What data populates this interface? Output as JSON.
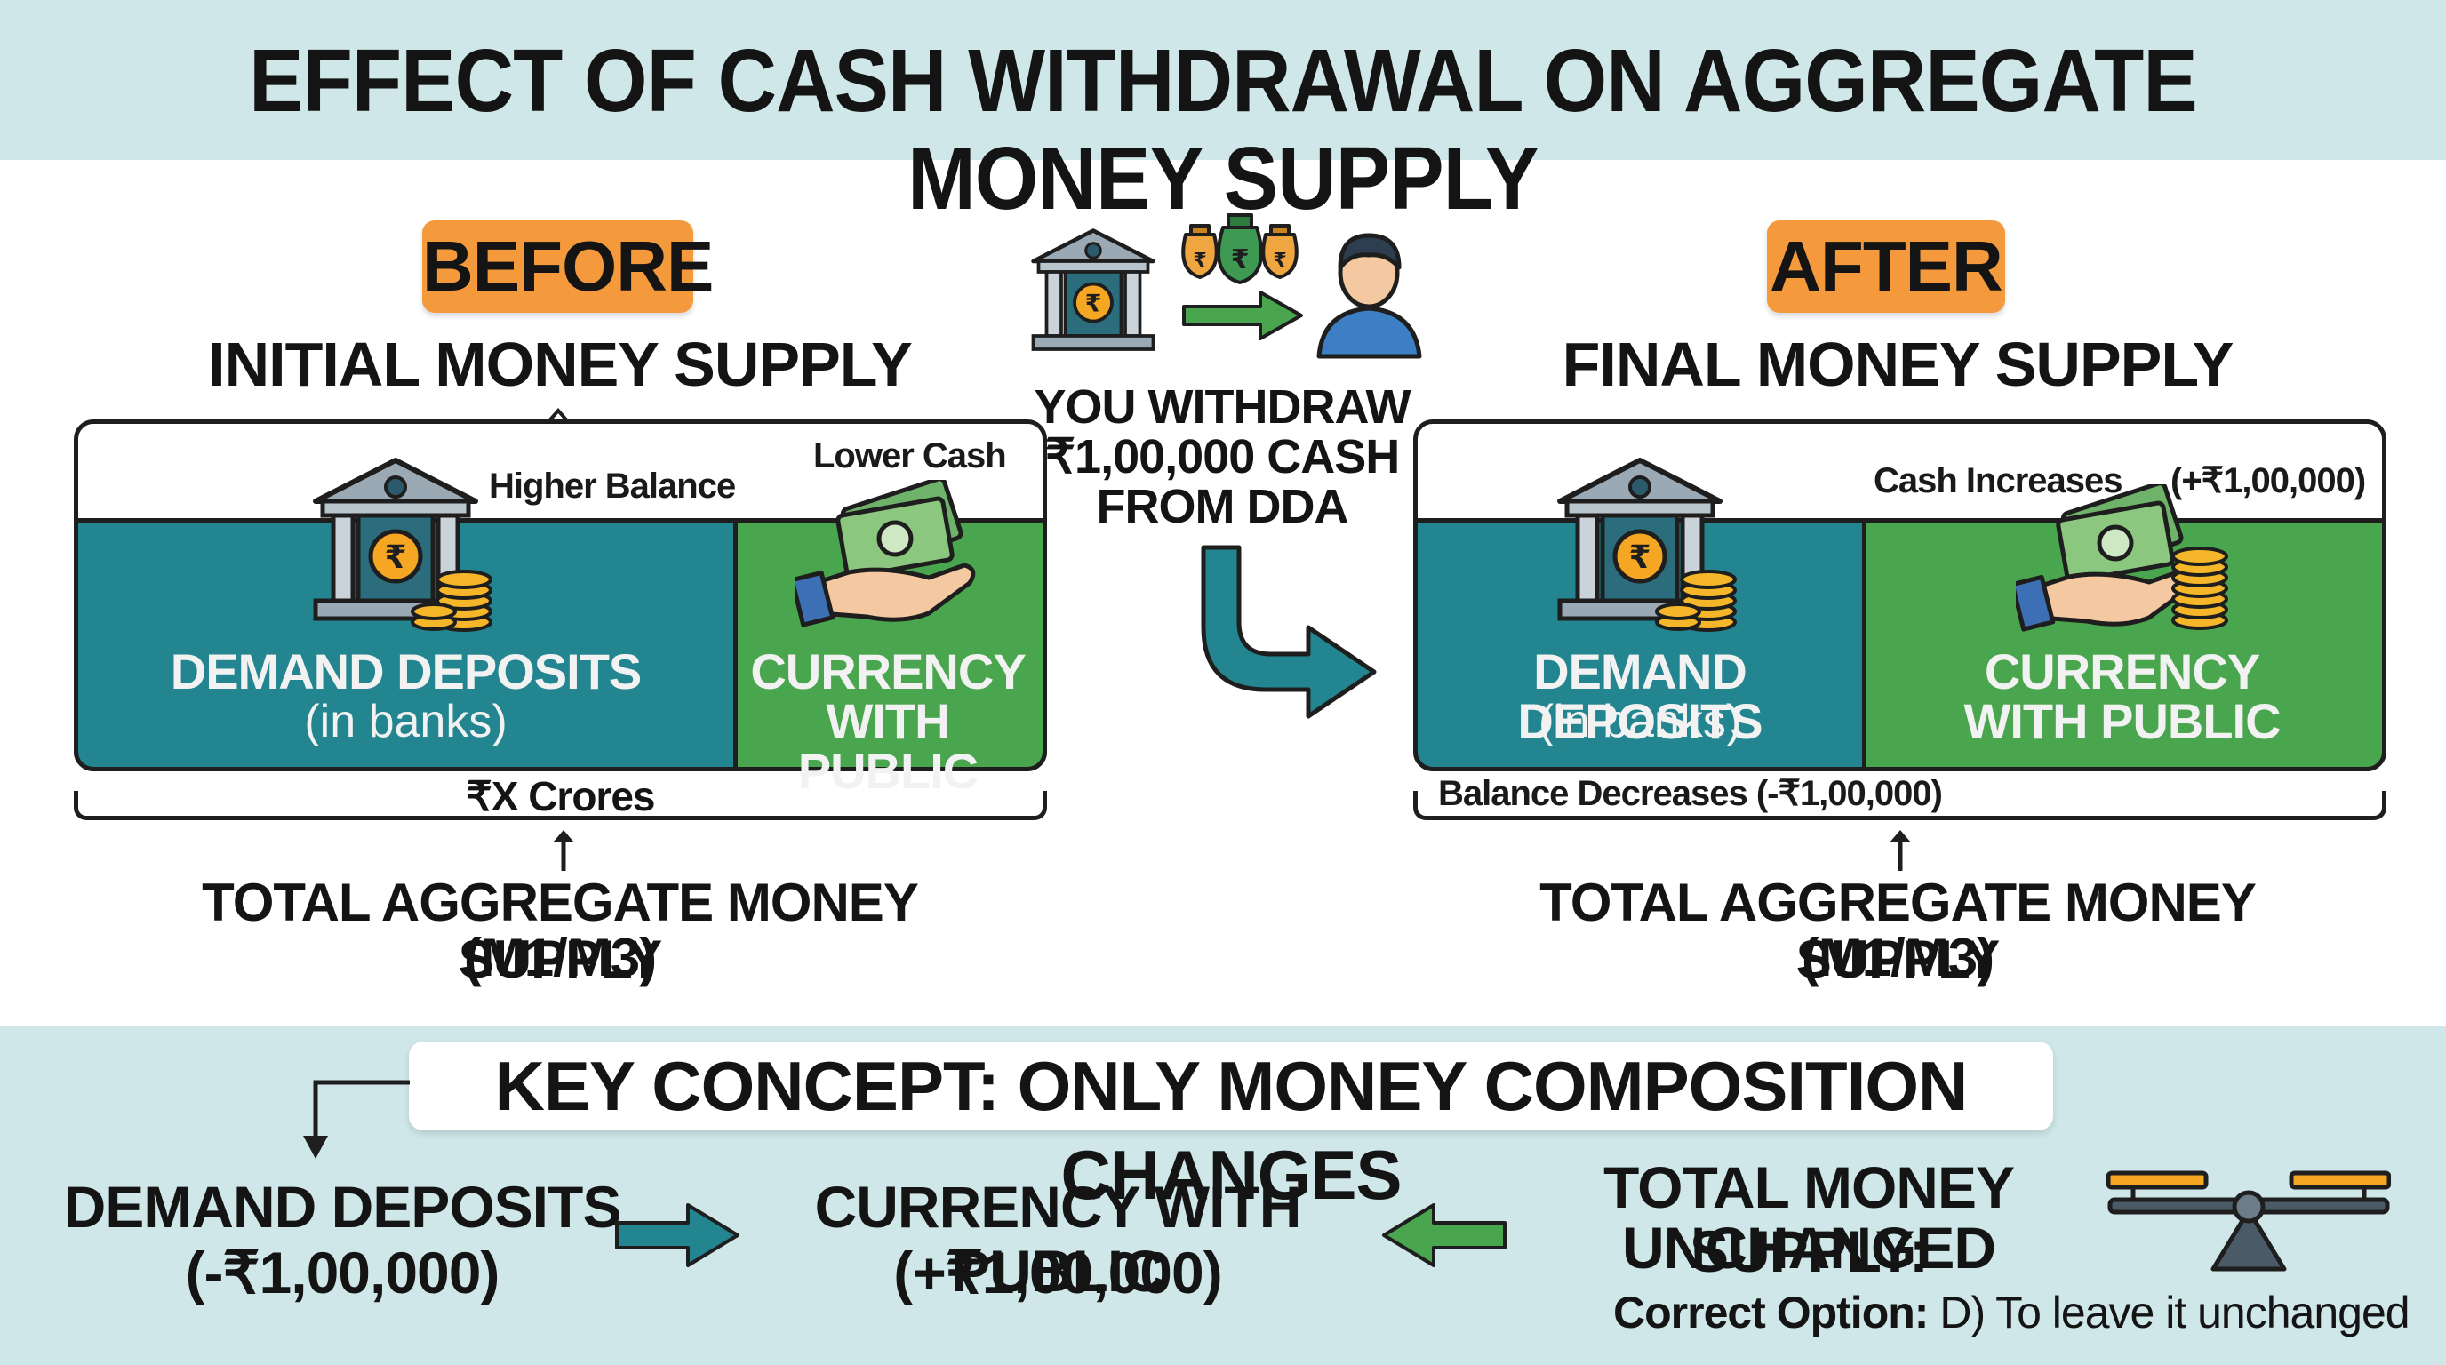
{
  "title": "EFFECT OF CASH WITHDRAWAL ON AGGREGATE MONEY SUPPLY",
  "before": {
    "tag": "BEFORE",
    "heading": "INITIAL MONEY SUPPLY",
    "higher_balance": "Higher Balance",
    "lower_cash": "Lower Cash",
    "deposits_label": "DEMAND DEPOSITS",
    "deposits_sub": "(in banks)",
    "currency_line1": "CURRENCY",
    "currency_line2": "WITH PUBLIC",
    "total_value": "₹X Crores",
    "total_label": "TOTAL AGGREGATE MONEY SUPPLY",
    "total_sub": "(M1/M3)"
  },
  "middle": {
    "line1": "YOU WITHDRAW",
    "line2": "₹1,00,000 CASH",
    "line3": "FROM DDA"
  },
  "after": {
    "tag": "AFTER",
    "heading": "FINAL MONEY SUPPLY",
    "cash_increases": "Cash Increases",
    "cash_increase_amount": "(+₹1,00,000)",
    "deposits_label": "DEMAND DEPOSITS",
    "deposits_sub": "(in banks)",
    "currency_line1": "CURRENCY",
    "currency_line2": "WITH PUBLIC",
    "balance_decreases": "Balance Decreases (-₹1,00,000)",
    "total_label": "TOTAL AGGREGATE MONEY SUPPLY",
    "total_sub": "(M1/M3)"
  },
  "key_concept": {
    "title": "KEY CONCEPT: ONLY MONEY COMPOSITION CHANGES",
    "deposits_label": "DEMAND DEPOSITS",
    "deposits_change": "(-₹1,00,000)",
    "currency_label": "CURRENCY WITH PUBLIC",
    "currency_change": "(+₹1,00,000)",
    "total_label": "TOTAL MONEY SUPPLY:",
    "total_state": "UNCHANGED",
    "correct_prefix": "Correct Option:",
    "correct_text": "D) To leave it unchanged"
  },
  "colors": {
    "header_bg": "#cfe7e9",
    "teal": "#23858f",
    "green": "#4aa64e",
    "orange": "#f59a3c"
  },
  "icons": [
    "bank-icon",
    "coin-stack-icon",
    "cash-in-hand-icon",
    "money-bag-icon",
    "person-icon",
    "arrow-icon",
    "balance-scale-icon"
  ]
}
